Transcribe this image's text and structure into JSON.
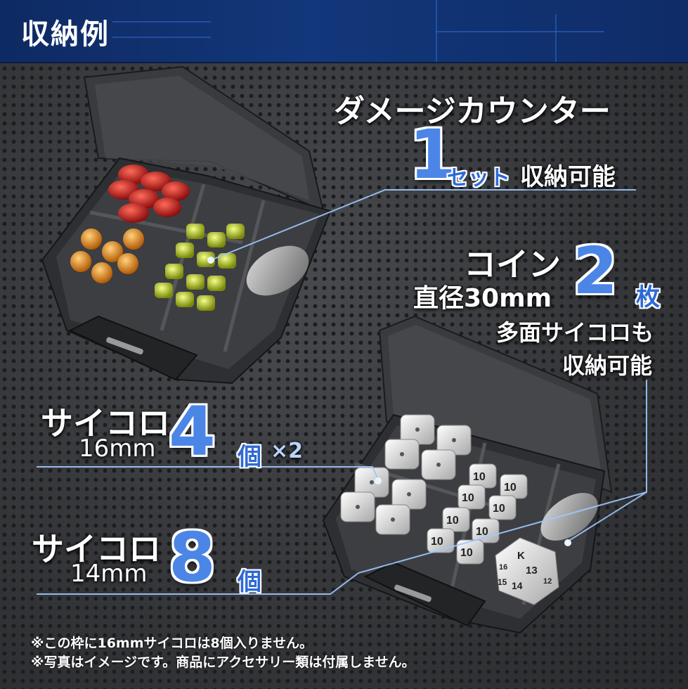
{
  "header": {
    "title": "収納例"
  },
  "damage": {
    "label": "ダメージカウンター",
    "number": "1",
    "set_unit": "セット",
    "suffix": "収納可能"
  },
  "coin": {
    "label": "コイン",
    "size": "直径30mm",
    "number": "2",
    "unit": "枚",
    "dice_note_line1": "多面サイコロも",
    "dice_note_line2": "収納可能"
  },
  "dice16": {
    "label": "サイコロ",
    "size": "16mm",
    "number": "4",
    "unit": "個",
    "multiplier": "×2"
  },
  "dice14": {
    "label": "サイコロ",
    "size": "14mm",
    "number": "8",
    "unit": "個"
  },
  "notes": [
    "※この枠に16mmサイコロは8個入りません。",
    "※写真はイメージです。商品にアクセサリー類は付属しません。"
  ],
  "product_labels": {
    "d6_face": "10",
    "d20_faces": [
      "K",
      "13",
      "16",
      "15",
      "14",
      "12"
    ]
  }
}
